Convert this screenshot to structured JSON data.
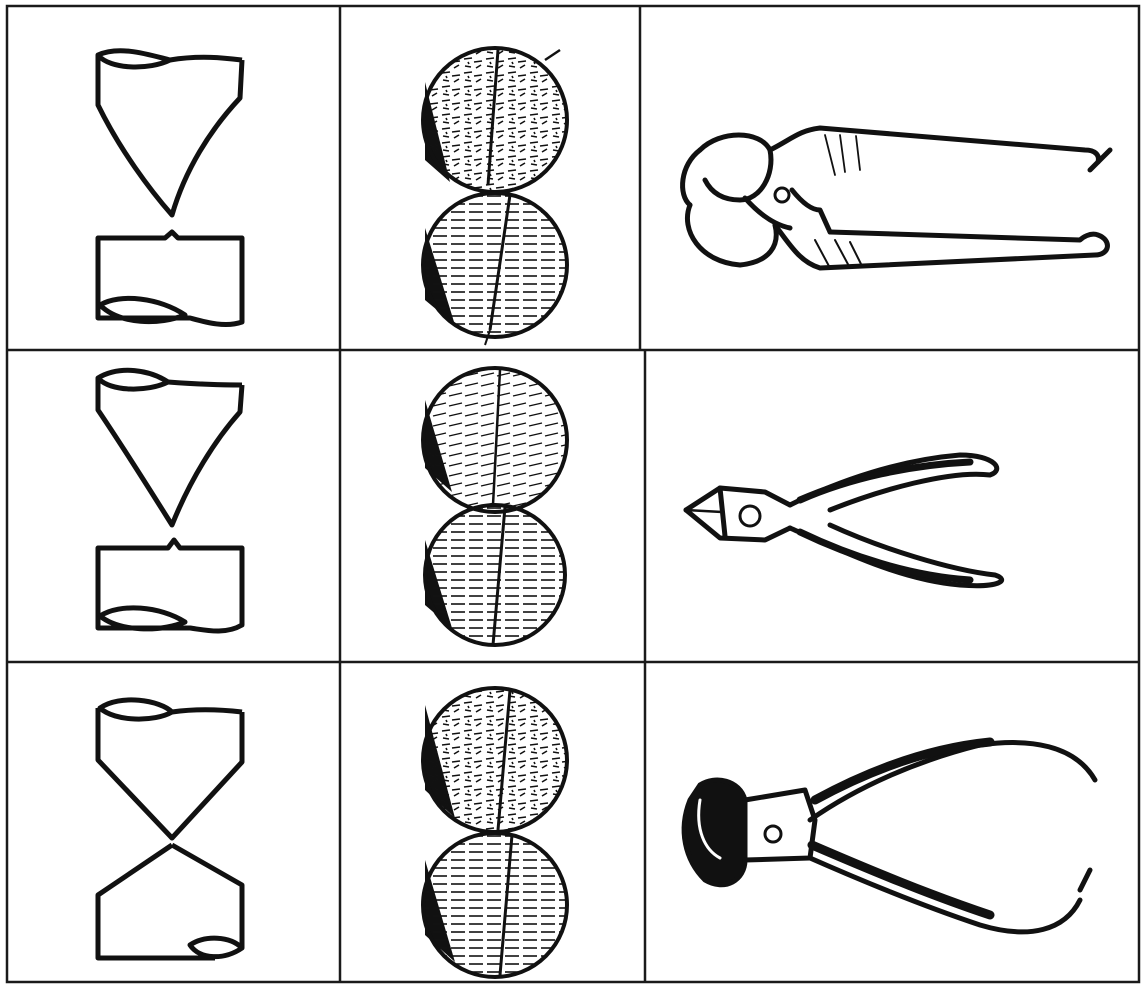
{
  "figure": {
    "layout": "table",
    "rows": [
      {
        "cut_profile": "one-sided-bevel-cut",
        "cross_section": "pinched-cut-faces",
        "tool": "end-nippers-pincers"
      },
      {
        "cut_profile": "one-sided-bevel-cut",
        "cross_section": "wedge-cut-faces",
        "tool": "diagonal-side-cutters"
      },
      {
        "cut_profile": "two-sided-bevel-cut",
        "cross_section": "crushed-cut-faces",
        "tool": "end-cutting-pliers"
      }
    ],
    "colors": {
      "ink": "#111111",
      "grid": "#1a1a1a",
      "paper": "#ffffff"
    }
  }
}
